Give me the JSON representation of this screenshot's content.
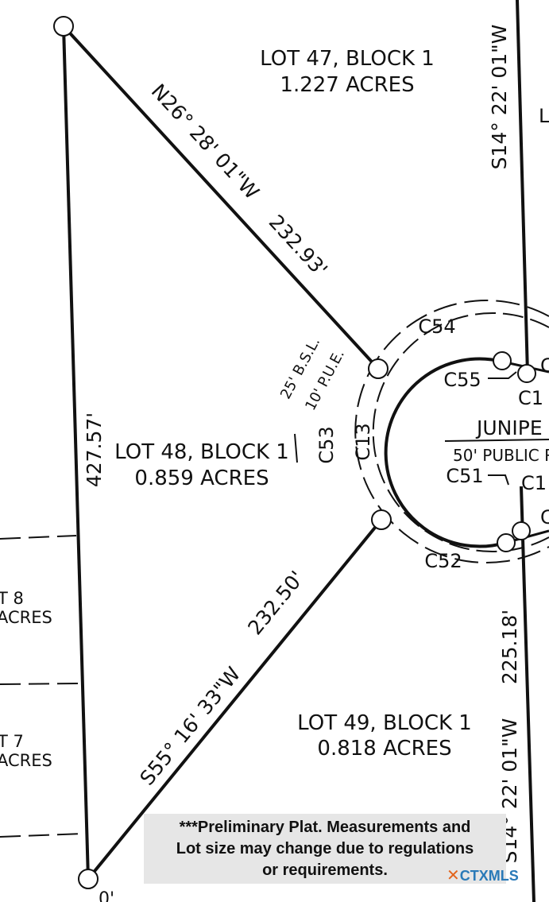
{
  "lots": [
    {
      "name": "LOT 47, BLOCK 1",
      "area": "1.227 ACRES"
    },
    {
      "name": "LOT 48, BLOCK 1",
      "area": "0.859 ACRES"
    },
    {
      "name": "LOT 49, BLOCK 1",
      "area": "0.818 ACRES"
    }
  ],
  "partial_lots": [
    {
      "name": "T 8",
      "area": "ACRES"
    },
    {
      "name": "T 7",
      "area": "ACRES"
    },
    {
      "name": "L"
    }
  ],
  "bearings": {
    "north_line": "N26° 28' 01\"W",
    "north_distance": "232.93'",
    "west_distance": "427.57'",
    "south_line": "S55° 16' 33\"W",
    "south_distance": "232.50'",
    "east_top": "S14° 22' 01\"W",
    "east_bottom": "S14° 22' 01\"W",
    "east_distance": "225.18'"
  },
  "curves": {
    "c54": "C54",
    "c55": "C55",
    "c53": "C53",
    "c13": "C13",
    "c51": "C51",
    "c52": "C52",
    "c1_top": "C1",
    "c1_bottom": "C1",
    "c_edge_top": "C",
    "c_edge_bottom": "C"
  },
  "setbacks": {
    "bsl": "25' B.S.L.",
    "pue": "10' P.U.E."
  },
  "road": {
    "name": "JUNIPE",
    "row": "50' PUBLIC R"
  },
  "bottom_fragment": "0'",
  "note": {
    "line1": "***Preliminary Plat.  Measurements and",
    "line2": "Lot size may change due to regulations",
    "line3": "or requirements."
  },
  "watermark": {
    "mark": "✕",
    "text": "CTXMLS"
  }
}
